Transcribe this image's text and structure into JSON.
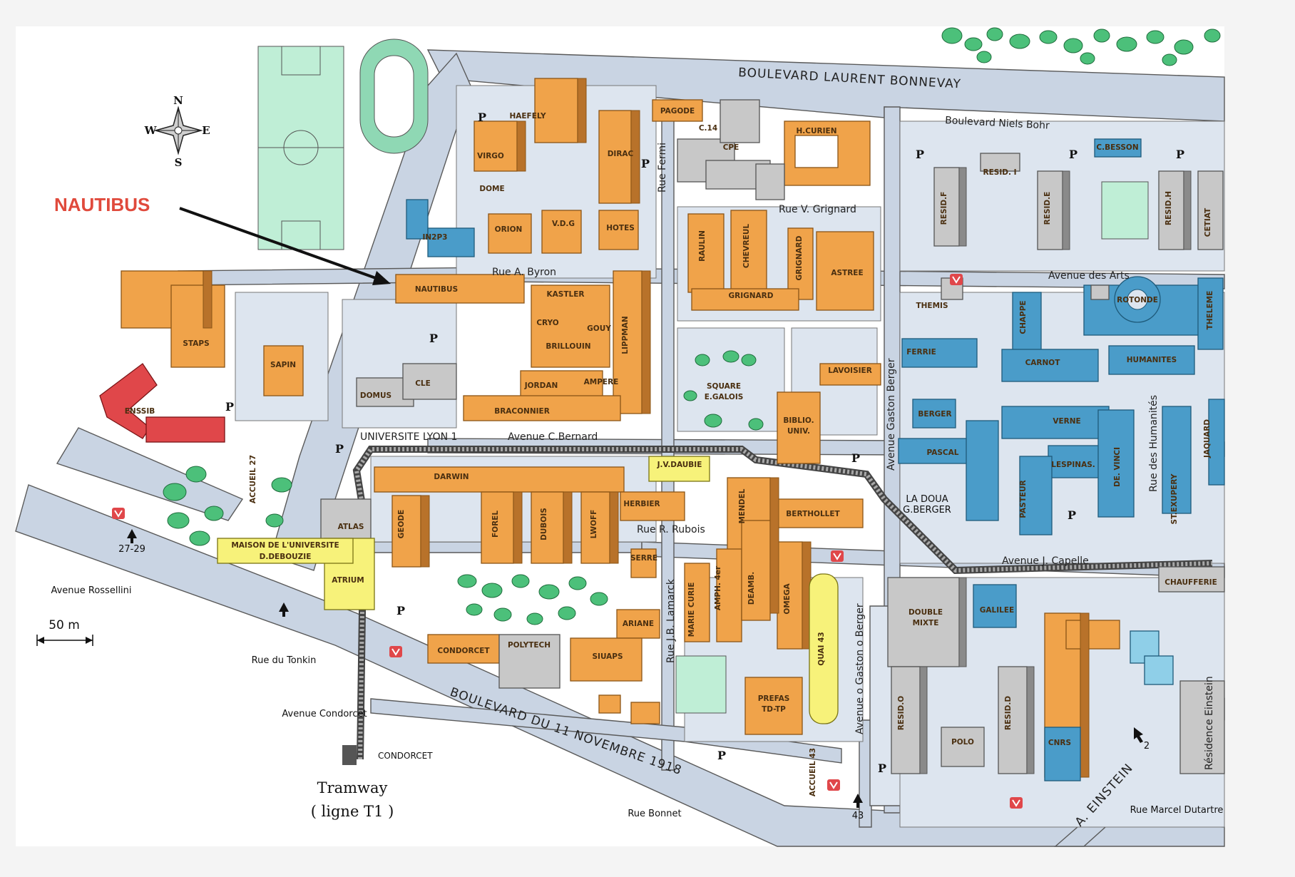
{
  "callout": {
    "label": "NAUTIBUS"
  },
  "compass": {
    "n": "N",
    "s": "S",
    "e": "E",
    "w": "W"
  },
  "scale": {
    "label": "50 m"
  },
  "tramway": {
    "line1": "Tramway",
    "line2": "( ligne T1 )",
    "stop": "CONDORCET"
  },
  "colors": {
    "orange": "#f0a34a",
    "orange_dark": "#b8722a",
    "blue": "#4a9cc9",
    "blue_dark": "#2a6f96",
    "grey": "#c8c8c8",
    "grey_dark": "#8a8a8a",
    "red": "#e0474a",
    "yellow": "#f7f27a",
    "green": "#a8e6c8",
    "tree": "#4cc07a",
    "road": "#c9d4e3",
    "callout": "#e04a3c"
  },
  "roads": {
    "bd_laurent": "BOULEVARD   LAURENT  BONNEVAY",
    "bd_niels": "Boulevard  Niels   Bohr",
    "bd_11nov": "BOULEVARD  DU  11  NOVEMBRE  1918",
    "rue_byron": "Rue A. Byron",
    "rue_grignard": "Rue V. Grignard",
    "av_arts": "Avenue des Arts",
    "univ_lyon": "UNIVERSITE  LYON 1",
    "av_bernard": "Avenue C.Bernard",
    "av_capelle": "Avenue J. Capelle",
    "rue_rubois": "Rue R. Rubois",
    "rue_fermi": "Rue Fermi",
    "rue_lamarck": "Rue J.B. Lamarck",
    "av_berger": "Avenue  Gaston  Berger",
    "av_berger2": "Avenue o Gaston o Berger",
    "rue_humanites": "Rue des Humanités",
    "av_einstein": "A. EINSTEIN",
    "residence_einstein": "Résidence Einstein",
    "rue_tonkin": "Rue du Tonkin",
    "av_condorcet": "Avenue Condorcet",
    "av_rossellini": "Avenue Rossellini",
    "rue_bonnet": "Rue Bonnet",
    "rue_dutartre": "Rue Marcel Dutartre",
    "la_doua": "LA DOUA",
    "g_berger": "G.BERGER",
    "acc_2729": "27-29",
    "acc_43": "43",
    "acc_2": "2"
  },
  "buildings": {
    "haefely": "HAEFELY",
    "virgo": "VIRGO",
    "dome": "DOME",
    "dirac": "DIRAC",
    "orion": "ORION",
    "vdg": "V.D.G",
    "hotes": "HOTES",
    "pagode": "PAGODE",
    "c14": "C.14",
    "cpe": "CPE",
    "hcurien": "H.CURIEN",
    "in2p3": "IN2P3",
    "nautibus": "NAUTIBUS",
    "kastler": "KASTLER",
    "cryo": "CRYO",
    "gouy": "GOUY",
    "brillouin": "BRILLOUIN",
    "lippman": "LIPPMAN",
    "jordan": "JORDAN",
    "ampere": "AMPERE",
    "braconnier": "BRACONNIER",
    "raulin": "RAULIN",
    "chevreul": "CHEVREUL",
    "grignard_v": "GRIGNARD",
    "grignard_h": "GRIGNARD",
    "astree": "ASTREE",
    "staps": "STAPS",
    "sapin": "SAPIN",
    "domus": "DOMUS",
    "cle": "CLE",
    "enssib": "ENSSIB",
    "square1": "SQUARE",
    "square2": "E.GALOIS",
    "lavoisier": "LAVOISIER",
    "biblio1": "BIBLIO.",
    "biblio2": "UNIV.",
    "darwin": "DARWIN",
    "jvdaubie": "J.V.DAUBIE",
    "herbier": "HERBIER",
    "geode": "GEODE",
    "forel": "FOREL",
    "dubois": "DUBOIS",
    "lwoff": "LWOFF",
    "mendel": "MENDEL",
    "berthollet": "BERTHOLLET",
    "serre": "SERRE",
    "amph": "AMPH. 4er",
    "deambu": "DEAMB.",
    "omega": "OMEGA",
    "mariecurie": "MARIE CURIE",
    "quai43": "QUAI 43",
    "ariane": "ARIANE",
    "condorcet": "CONDORCET",
    "polytech": "POLYTECH",
    "siuaps": "SIUAPS",
    "prefas1": "PREFAS",
    "prefas2": "TD-TP",
    "accueil27": "ACCUEIL 27",
    "accueil43": "ACCUEIL 43",
    "atlas": "ATLAS",
    "maison1": "MAISON DE L'UNIVERSITE",
    "maison2": "D.DEBOUZIE",
    "atrium": "ATRIUM",
    "themis": "THEMIS",
    "chappe": "CHAPPE",
    "rotonde": "ROTONDE",
    "theleme": "THELEME",
    "ferrie": "FERRIE",
    "carnot": "CARNOT",
    "humanites": "HUMANITES",
    "berger": "BERGER",
    "pascal": "PASCAL",
    "verne": "VERNE",
    "lespinas": "LESPINAS.",
    "devinci": "DE. VINCI",
    "jaquard": "JAQUARD",
    "pasteur": "PASTEUR",
    "stexupery": "ST.EXUPERY",
    "chaufferie": "CHAUFFERIE",
    "galilee": "GALILEE",
    "double1": "DOUBLE",
    "double2": "MIXTE",
    "cnrs": "CNRS",
    "polo": "POLO",
    "cbesson": "C.BESSON",
    "resid1": "RESID. I",
    "residf": "RESID.F",
    "reside": "RESID.E",
    "residh": "RESID.H",
    "cetiat": "CETIAT",
    "resido": "RESID.O",
    "residd": "RESID.D"
  },
  "parking": "P"
}
